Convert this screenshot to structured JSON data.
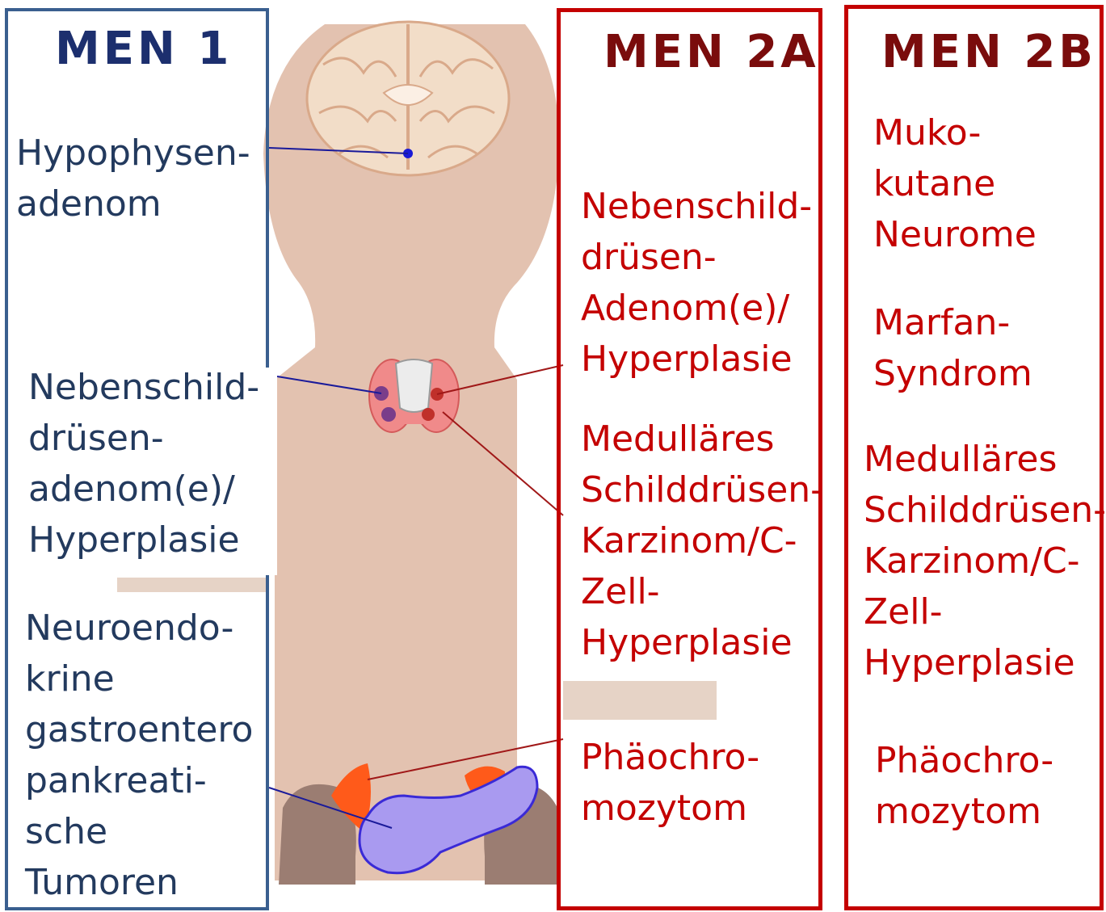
{
  "men1": {
    "title": "MEN 1",
    "labels": {
      "pituitary": "Hypophysen-\nadenom",
      "parathyroid": "Nebenschild-\ndrüsen-\nadenom(e)/\nHyperplasie",
      "gep": "Neuroendo-\nkrine\ngastroentero\npankreati-\nsche\nTumoren"
    }
  },
  "men2a": {
    "title": "MEN 2A",
    "labels": {
      "parathyroid": "Nebenschild-\ndrüsen-\nAdenom(e)/\nHyperplasie",
      "mtc": "Medulläres\nSchilddrüsen-\nKarzinom/C-\nZell-\nHyperplasie",
      "pheo": "Phäochro-\nmozytom"
    }
  },
  "men2b": {
    "title": "MEN 2B",
    "labels": {
      "neuromas": "Muko-\nkutane\nNeurome",
      "marfan": "Marfan-\nSyndrom",
      "mtc": "Medulläres\nSchilddrüsen-\nKarzinom/C-\nZell-\nHyperplasie",
      "pheo": "Phäochro-\nmozytom"
    }
  },
  "colors": {
    "men1_frame": "#3a5f8f",
    "men2_frame": "#c40000",
    "skin": "#e3c2b0",
    "thyroid": "#f08a8a",
    "adrenal": "#ff5a1a",
    "pancreas": "#8a7ae0",
    "kidney": "#9b7d72"
  }
}
